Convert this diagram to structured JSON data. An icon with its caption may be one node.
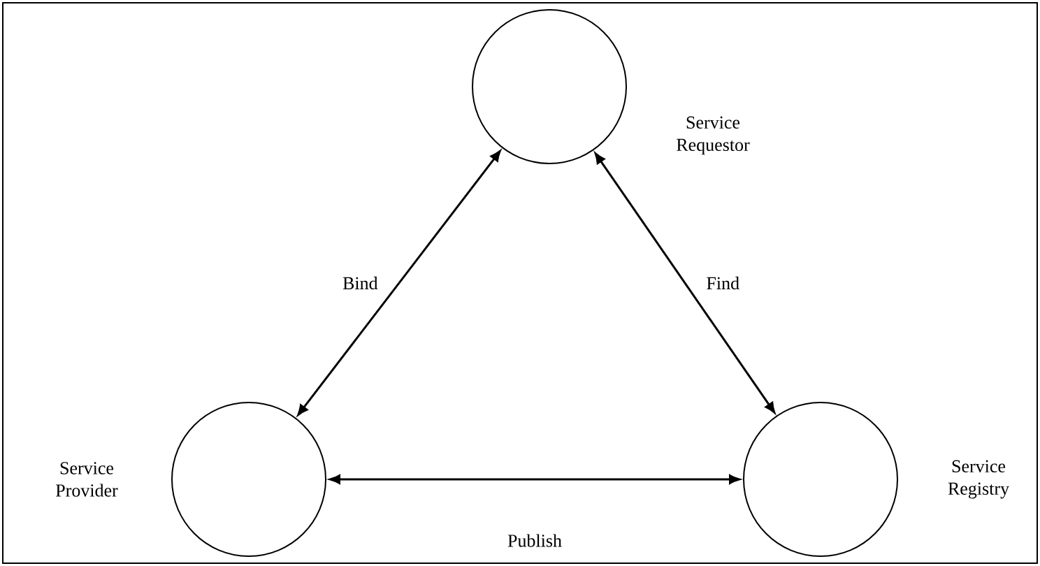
{
  "diagram": {
    "nodes": [
      {
        "text": [],
        "shape": "circle",
        "beside": [
          "Service Requestor"
        ]
      },
      {
        "text": [],
        "shape": "circle",
        "beside": [
          "Service Provider"
        ]
      },
      {
        "text": [],
        "shape": "circle",
        "beside": [
          "Service Registry"
        ]
      }
    ],
    "edges": [
      {
        "from": 0,
        "to": 1,
        "arrow": "both",
        "label": "Bind"
      },
      {
        "from": 0,
        "to": 2,
        "arrow": "both",
        "label": "Find"
      },
      {
        "from": 1,
        "to": 2,
        "arrow": "both",
        "label": "Publish"
      }
    ]
  }
}
